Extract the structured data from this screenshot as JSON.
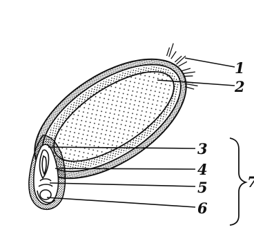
{
  "figure": {
    "callouts": [
      {
        "id": "1",
        "text": "1"
      },
      {
        "id": "2",
        "text": "2"
      },
      {
        "id": "3",
        "text": "3"
      },
      {
        "id": "4",
        "text": "4"
      },
      {
        "id": "5",
        "text": "5"
      },
      {
        "id": "6",
        "text": "6"
      }
    ],
    "brace_label": "7",
    "ink_color": "#111111",
    "paper_color": "#ffffff"
  }
}
